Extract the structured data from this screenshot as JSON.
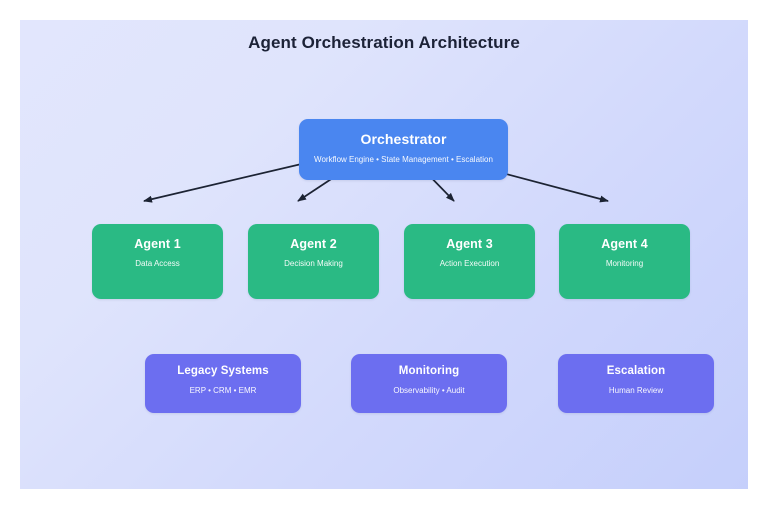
{
  "diagram": {
    "title": "Agent Orchestration Architecture",
    "background_color": "#dfe4fc",
    "page_background": "#ffffff"
  },
  "orchestrator": {
    "title": "Orchestrator",
    "subtitle": "Workflow Engine • State Management • Escalation",
    "color": "#4a86f0"
  },
  "agents": {
    "color": "#2aba84",
    "items": [
      {
        "title": "Agent 1",
        "subtitle": "Data Access"
      },
      {
        "title": "Agent 2",
        "subtitle": "Decision Making"
      },
      {
        "title": "Agent 3",
        "subtitle": "Action Execution"
      },
      {
        "title": "Agent 4",
        "subtitle": "Monitoring"
      }
    ]
  },
  "support": {
    "color": "#6c6ef0",
    "items": [
      {
        "title": "Legacy Systems",
        "subtitle": "ERP • CRM • EMR"
      },
      {
        "title": "Monitoring",
        "subtitle": "Observability • Audit"
      },
      {
        "title": "Escalation",
        "subtitle": "Human Review"
      }
    ]
  },
  "edges": {
    "color": "#1c2333",
    "connections": [
      {
        "from": "Orchestrator",
        "to": "Agent 1"
      },
      {
        "from": "Orchestrator",
        "to": "Agent 2"
      },
      {
        "from": "Orchestrator",
        "to": "Agent 3"
      },
      {
        "from": "Orchestrator",
        "to": "Agent 4"
      }
    ]
  }
}
